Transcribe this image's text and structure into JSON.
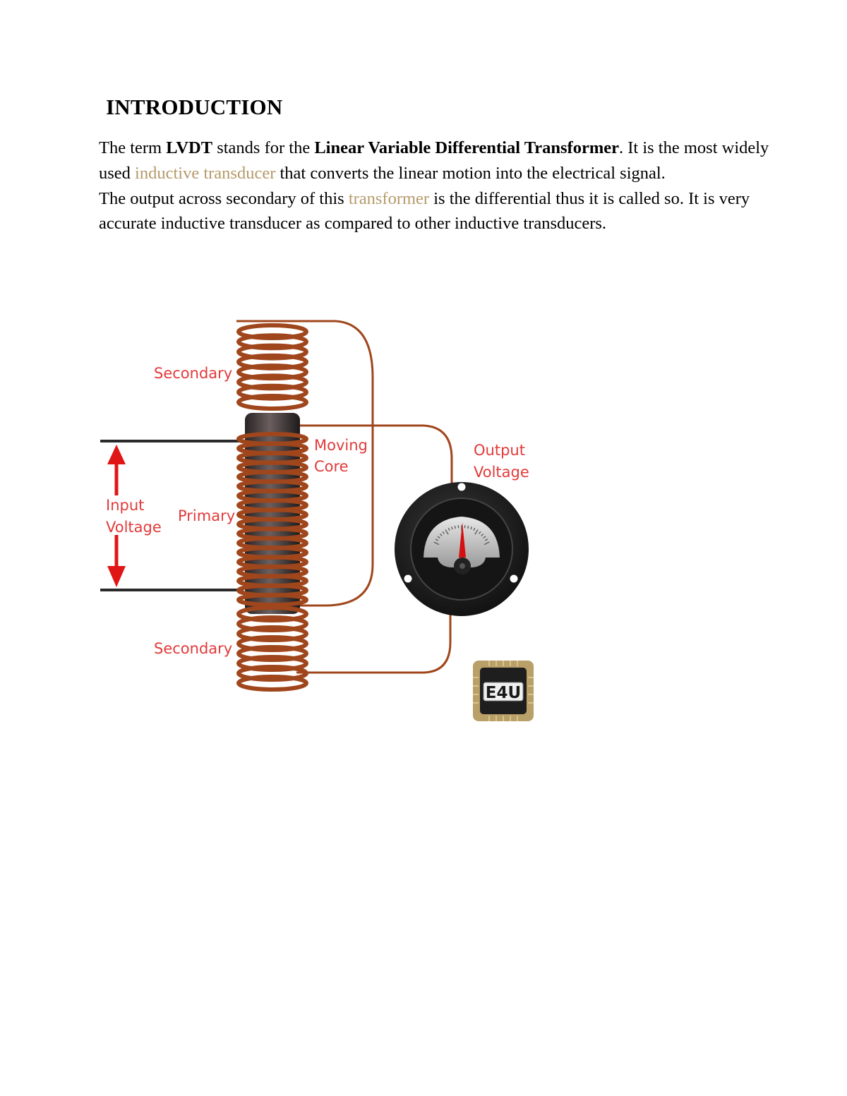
{
  "heading": "INTRODUCTION",
  "paragraph1": {
    "t1": "The term ",
    "b1": "LVDT",
    "t2": " stands for the ",
    "b2": "Linear Variable Differential Transformer",
    "t3": ". It is the most widely used ",
    "link1": "inductive transducer",
    "t4": " that converts the linear motion into the electrical signal."
  },
  "paragraph2": {
    "t1": "The output across secondary of this ",
    "link1": "transformer",
    "t2": " is the differential thus it is called so. It is very accurate inductive transducer as compared to other inductive transducers."
  },
  "diagram": {
    "labels": {
      "secondary_top": "Secondary",
      "moving": "Moving",
      "core": "Core",
      "output": "Output",
      "voltage_out": "Voltage",
      "input": "Input",
      "voltage_in": "Voltage",
      "primary": "Primary",
      "secondary_bottom": "Secondary"
    },
    "logo_text": "E4U",
    "colors": {
      "label_red": "#e23a3a",
      "copper": "#a0461c",
      "core": "#3a3030",
      "arrow": "#e01515",
      "logo_gold": "#b8a068"
    }
  }
}
